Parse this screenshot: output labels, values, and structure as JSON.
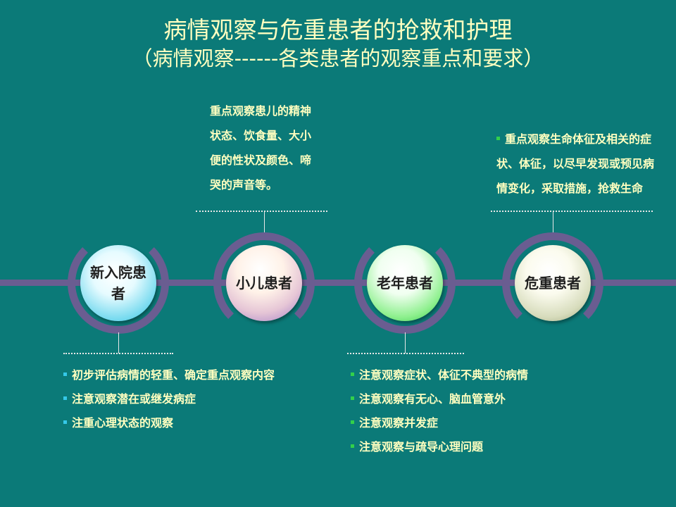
{
  "title": {
    "main": "病情观察与危重患者的抢救和护理",
    "sub": "（病情观察------各类患者的观察重点和要求）"
  },
  "nodes": [
    {
      "label": "新入院患者"
    },
    {
      "label": "小儿患者"
    },
    {
      "label": "老年患者"
    },
    {
      "label": "危重患者"
    }
  ],
  "notes": {
    "child": "重点观察患儿的精神状态、饮食量、大小便的性状及颜色、啼哭的声音等。",
    "critical": "重点观察生命体征及相关的症状、体征，以尽早发现或预见病情变化，采取措施，抢救生命",
    "new_patient": [
      "初步评估病情的轻重、确定重点观察内容",
      "注意观察潜在或继发病症",
      "注重心理状态的观察"
    ],
    "elderly": [
      "注意观察症状、体征不典型的病情",
      "注意观察有无心、脑血管意外",
      "注意观察并发症",
      "注意观察与疏导心理问题"
    ]
  },
  "colors": {
    "background": "#0b7a78",
    "title_text": "#ffffc0",
    "timeline": "#6a5d91",
    "bullet_cyan": "#35c8e8",
    "bullet_green": "#32d04a"
  }
}
